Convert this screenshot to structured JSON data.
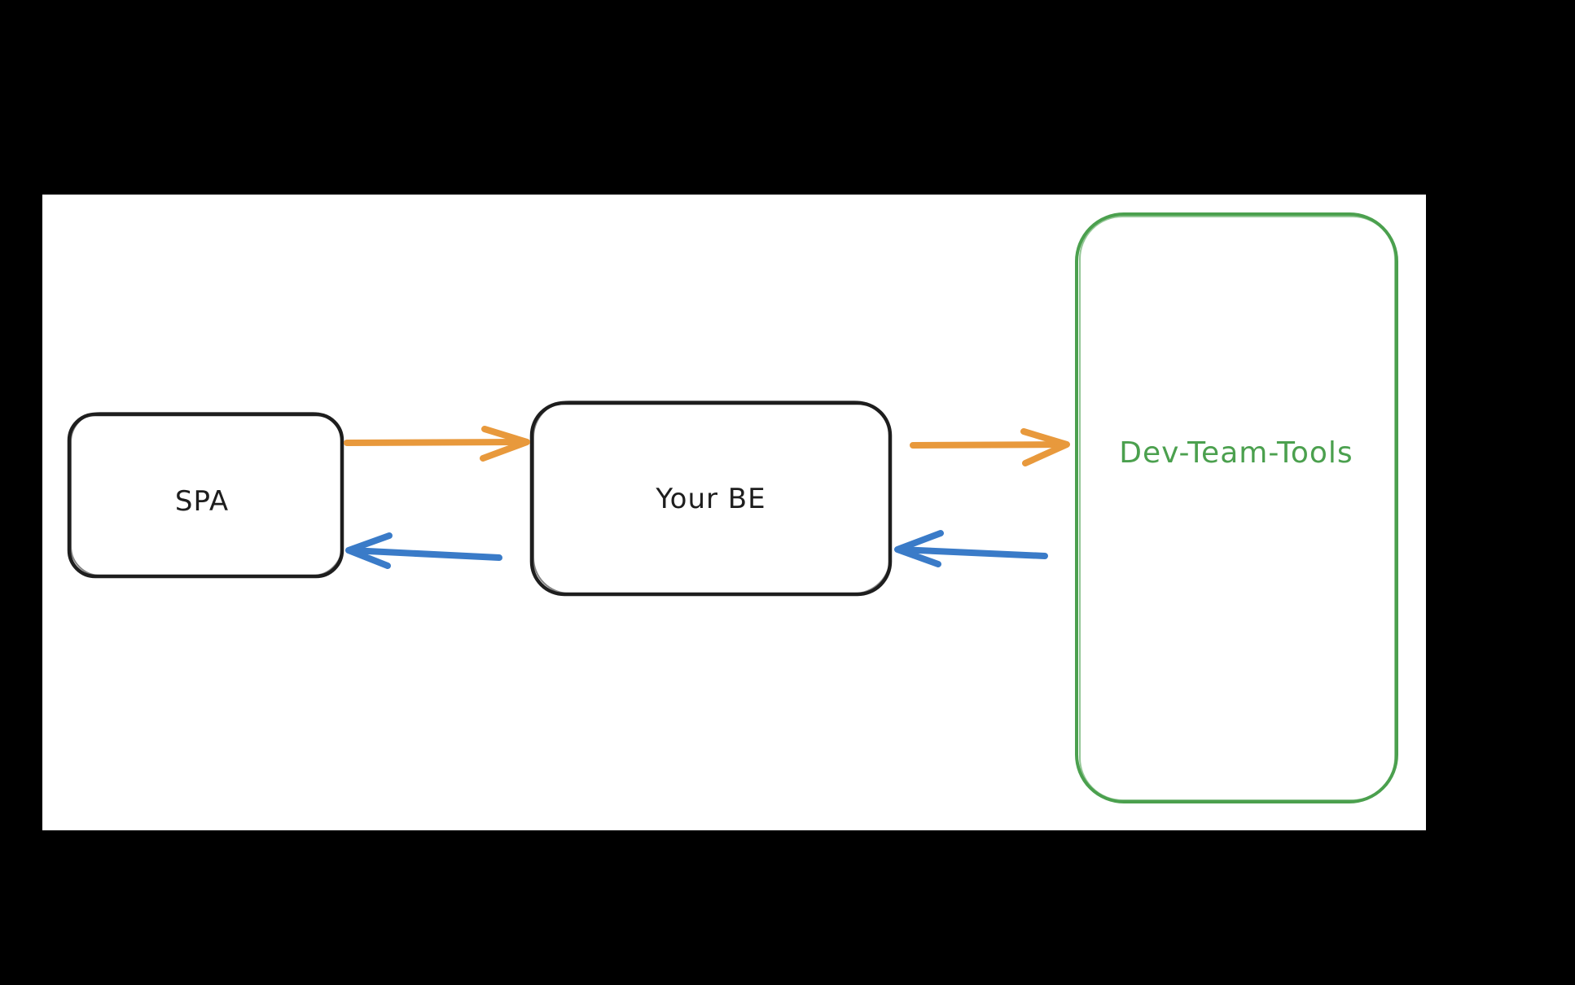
{
  "page": {
    "background_color": "#000000",
    "canvas_color": "#ffffff"
  },
  "diagram": {
    "type": "flow-diagram",
    "nodes": [
      {
        "id": "spa",
        "label": "SPA",
        "shape": "rounded-rectangle",
        "stroke": "#1e1e1e"
      },
      {
        "id": "your-be",
        "label": "Your BE",
        "shape": "rounded-rectangle",
        "stroke": "#1e1e1e"
      },
      {
        "id": "dev-team-tools",
        "label": "Dev-Team-Tools",
        "shape": "rounded-rectangle",
        "stroke": "#4ba04e"
      }
    ],
    "edges": [
      {
        "id": "spa-to-your-be",
        "from": "SPA",
        "to": "Your BE",
        "direction": "right",
        "color": "#e8993c"
      },
      {
        "id": "your-be-to-spa",
        "from": "Your BE",
        "to": "SPA",
        "direction": "left",
        "color": "#3a7bc8"
      },
      {
        "id": "your-be-to-dev-team-tools",
        "from": "Your BE",
        "to": "Dev-Team-Tools",
        "direction": "right",
        "color": "#e8993c"
      },
      {
        "id": "dev-team-tools-to-your-be",
        "from": "Dev-Team-Tools",
        "to": "Your BE",
        "direction": "left",
        "color": "#3a7bc8"
      }
    ],
    "colors": {
      "black": "#1e1e1e",
      "green": "#4ba04e",
      "orange": "#e8993c",
      "blue": "#3a7bc8"
    }
  }
}
